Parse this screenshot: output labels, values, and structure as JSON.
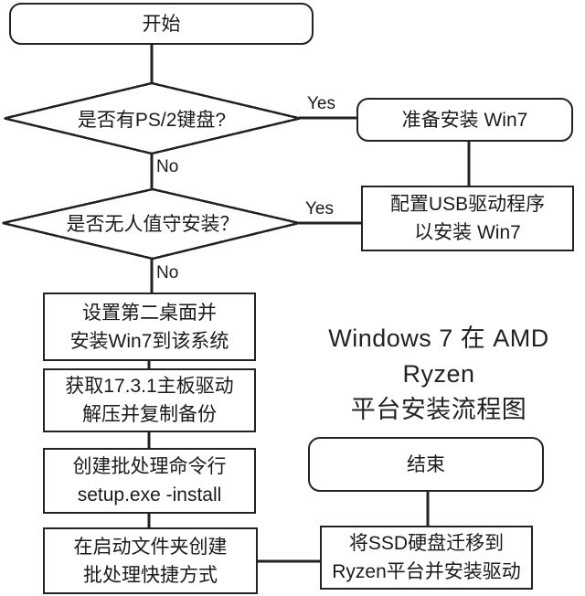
{
  "title": {
    "line1": "Windows 7 在 AMD Ryzen",
    "line2": "平台安装流程图"
  },
  "nodes": {
    "start": {
      "label": "开始"
    },
    "decision_ps2": {
      "label": "是否有PS/2键盘?"
    },
    "prepare_install": {
      "label": "准备安装 Win7"
    },
    "decision_unattended": {
      "label": "是否无人值守安装？"
    },
    "config_usb": {
      "line1": "配置USB驱动程序",
      "line2": "以安装 Win7"
    },
    "setup_desktop": {
      "line1": "设置第二桌面并",
      "line2": "安装Win7到该系统"
    },
    "get_driver": {
      "line1": "获取17.3.1主板驱动",
      "line2": "解压并复制备份"
    },
    "create_batch": {
      "line1": "创建批处理命令行",
      "line2": "setup.exe -install"
    },
    "startup_shortcut": {
      "line1": "在启动文件夹创建",
      "line2": "批处理快捷方式"
    },
    "migrate_ssd": {
      "line1": "将SSD硬盘迁移到",
      "line2": "Ryzen平台并安装驱动"
    },
    "end": {
      "label": "结束"
    }
  },
  "edge_labels": {
    "ps2_yes": "Yes",
    "ps2_no": "No",
    "unattended_yes": "Yes",
    "unattended_no": "No"
  },
  "colors": {
    "stroke": "#222222",
    "background": "#ffffff",
    "text": "#1a1a1a"
  }
}
